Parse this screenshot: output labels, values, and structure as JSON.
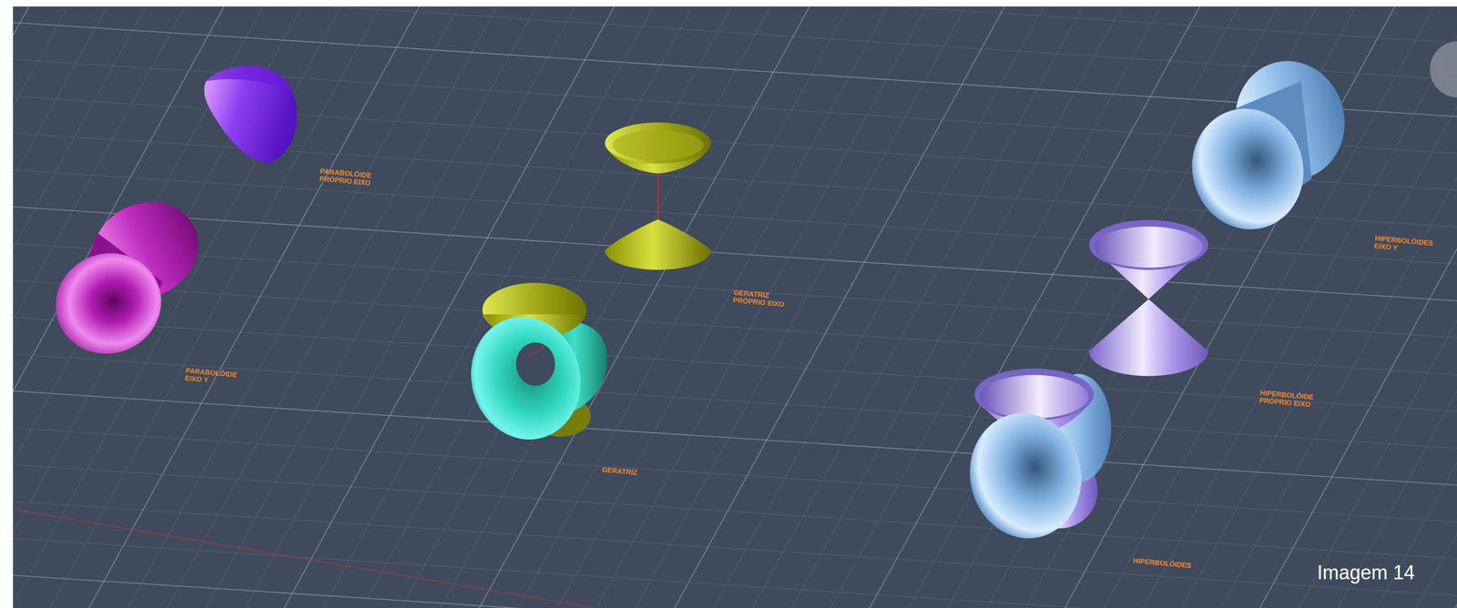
{
  "diagram": {
    "labels": [
      "PARABOLÓIDE PRÓPRIO EIXO",
      "PARABOLÓIDE EIXO Y",
      "GERATRIZ PRÓPRIO EIXO",
      "GERATRIZ",
      "HIPERBOLÓIDE PRÓPRIO EIXO",
      "HIPERBOLÓIDES EIXO Y",
      "HIPERBOLÓIDES",
      "Imagem 14"
    ]
  }
}
